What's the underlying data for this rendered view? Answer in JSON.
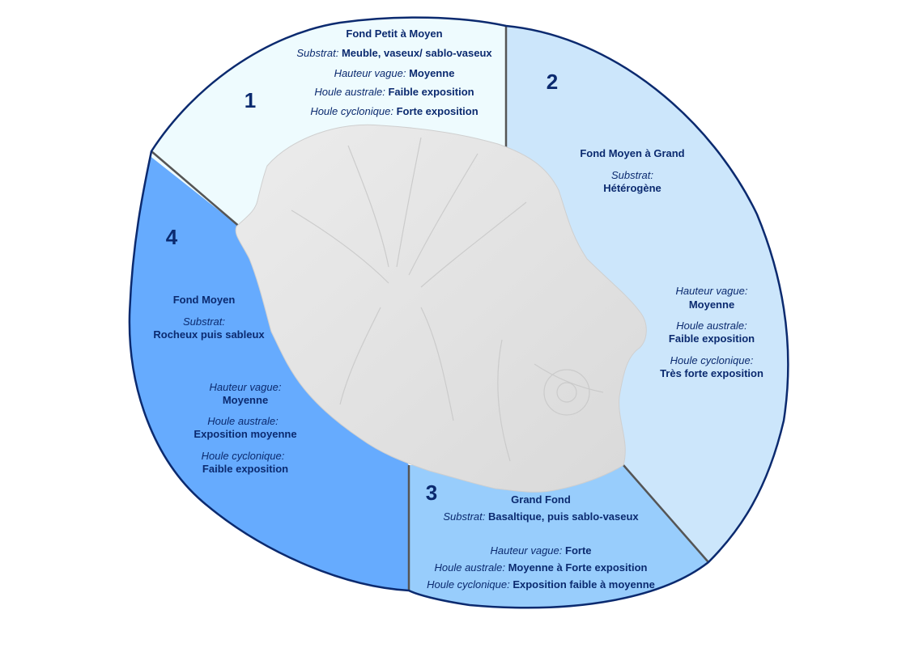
{
  "colors": {
    "zone1": "#eefbfe",
    "zone2": "#cce6fb",
    "zone3": "#98cdfc",
    "zone4": "#66abfe",
    "outline": "#0b2a6f",
    "text": "#0b2a6f",
    "island": "#e3e3e3"
  },
  "zones": [
    {
      "number": "1",
      "title": "Fond Petit à Moyen",
      "substrat_label": "Substrat",
      "substrat_value": "Meuble, vaseux/ sablo-vaseux",
      "hauteur_label": "Hauteur vague",
      "hauteur_value": "Moyenne",
      "australe_label": "Houle australe",
      "australe_value": "Faible exposition",
      "cyclonique_label": "Houle cyclonique",
      "cyclonique_value": "Forte exposition"
    },
    {
      "number": "2",
      "title": "Fond Moyen à Grand",
      "substrat_label": "Substrat",
      "substrat_value": "Hétérogène",
      "hauteur_label": "Hauteur vague",
      "hauteur_value": "Moyenne",
      "australe_label": "Houle australe",
      "australe_value": "Faible exposition",
      "cyclonique_label": "Houle cyclonique",
      "cyclonique_value": "Très forte exposition"
    },
    {
      "number": "3",
      "title": "Grand Fond",
      "substrat_label": "Substrat",
      "substrat_value": "Basaltique, puis sablo-vaseux",
      "hauteur_label": "Hauteur vague",
      "hauteur_value": "Forte",
      "australe_label": "Houle australe",
      "australe_value": "Moyenne à Forte exposition",
      "cyclonique_label": "Houle cyclonique",
      "cyclonique_value": "Exposition faible à moyenne"
    },
    {
      "number": "4",
      "title": "Fond Moyen",
      "substrat_label": "Substrat",
      "substrat_value": "Rocheux puis sableux",
      "hauteur_label": "Hauteur vague",
      "hauteur_value": "Moyenne",
      "australe_label": "Houle australe",
      "australe_value": "Exposition moyenne",
      "cyclonique_label": "Houle cyclonique",
      "cyclonique_value": "Faible exposition"
    }
  ]
}
